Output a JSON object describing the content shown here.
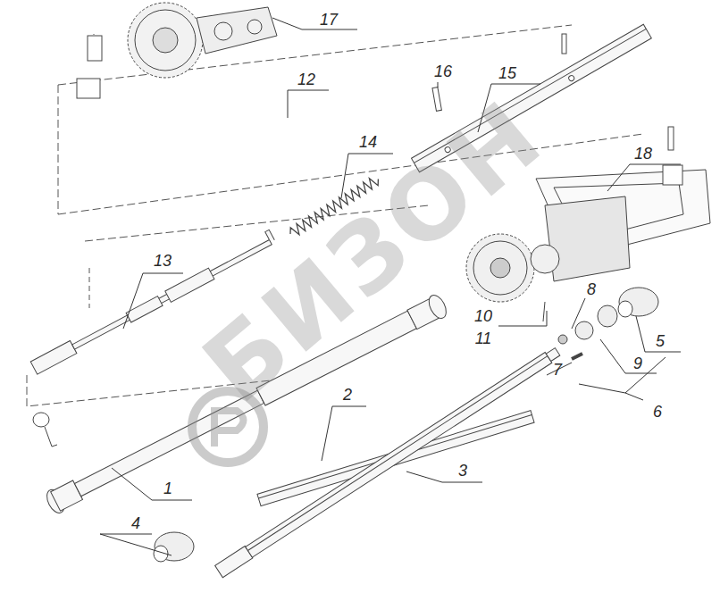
{
  "diagram": {
    "labels": [
      "17",
      "12",
      "16",
      "15",
      "14",
      "18",
      "13",
      "8",
      "10",
      "11",
      "5",
      "9",
      "7",
      "6",
      "2",
      "1",
      "3",
      "4",
      "БИЗОН"
    ]
  }
}
